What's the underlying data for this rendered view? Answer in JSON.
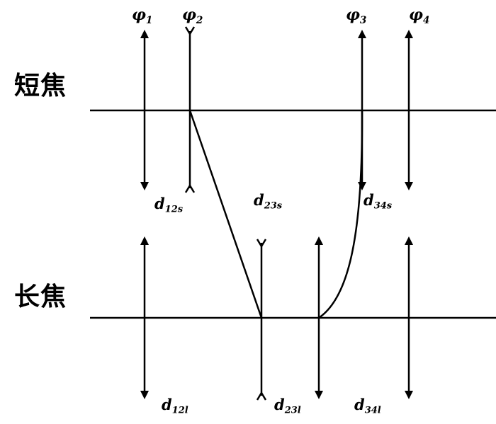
{
  "row_labels": {
    "short": "短焦",
    "long": "长焦"
  },
  "lens_labels": [
    {
      "sym": "φ",
      "sub": "1"
    },
    {
      "sym": "φ",
      "sub": "2"
    },
    {
      "sym": "φ",
      "sub": "3"
    },
    {
      "sym": "φ",
      "sub": "4"
    }
  ],
  "distance_labels": {
    "short": [
      {
        "sym": "d",
        "sub": "12s"
      },
      {
        "sym": "d",
        "sub": "23s"
      },
      {
        "sym": "d",
        "sub": "34s"
      }
    ],
    "long": [
      {
        "sym": "d",
        "sub": "12l"
      },
      {
        "sym": "d",
        "sub": "23l"
      },
      {
        "sym": "d",
        "sub": "34l"
      }
    ]
  }
}
